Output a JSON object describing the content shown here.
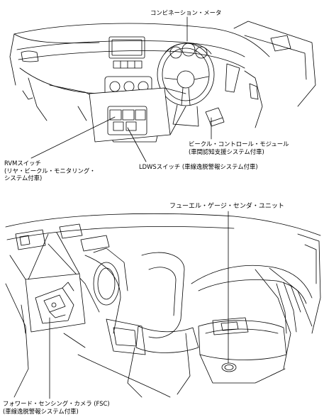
{
  "labels": {
    "combination_meter": "コンビネーション・メータ",
    "bcm": {
      "line1": "ビークル・コントロール・モジュール",
      "line2": "(車間認知支援システム付車)"
    },
    "rvm_switch": {
      "line1": "RVMスイッチ",
      "line2": "(リヤ・ビークル・モニタリング・",
      "line3": "システム付車)"
    },
    "ldws_switch": "LDWSスイッチ (車線逸脱警報システム付車)",
    "fuel_gauge_sender": "フューエル・ゲージ・センダ・ユニット",
    "fsc": {
      "line1": "フォワード・センシング・カメラ (FSC)",
      "line2": "(車線逸脱警報システム付車)"
    }
  }
}
